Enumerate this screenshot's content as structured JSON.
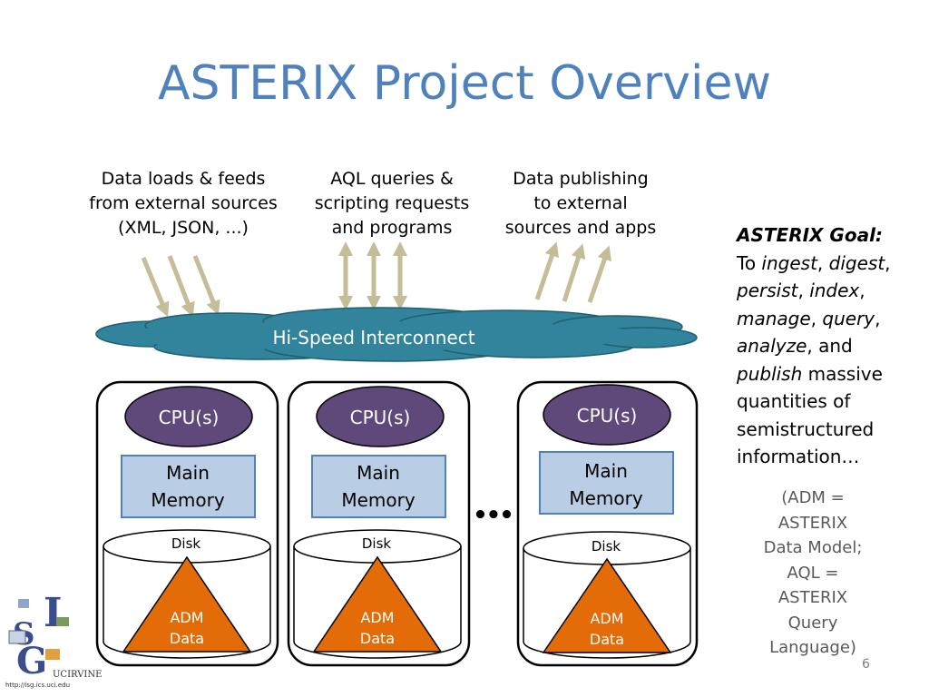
{
  "slide": {
    "title": "ASTERIX Project Overview",
    "page_number": "6"
  },
  "inputs": [
    {
      "lines": [
        "Data loads & feeds",
        "from external sources",
        "(XML, JSON, ...)"
      ]
    },
    {
      "lines": [
        "AQL queries &",
        "scripting requests",
        "and programs"
      ]
    },
    {
      "lines": [
        "Data publishing",
        "to external",
        "sources and apps"
      ]
    }
  ],
  "interconnect": {
    "label": "Hi-Speed Interconnect"
  },
  "nodes": [
    {
      "cpu": "CPU(s)",
      "memory": [
        "Main",
        "Memory"
      ],
      "disk": "Disk",
      "data": [
        "ADM",
        "Data"
      ]
    },
    {
      "cpu": "CPU(s)",
      "memory": [
        "Main",
        "Memory"
      ],
      "disk": "Disk",
      "data": [
        "ADM",
        "Data"
      ]
    },
    {
      "cpu": "CPU(s)",
      "memory": [
        "Main",
        "Memory"
      ],
      "disk": "Disk",
      "data": [
        "ADM",
        "Data"
      ]
    }
  ],
  "ellipsis": "•••",
  "goal": {
    "heading": "ASTERIX Goal:",
    "text_before": "To ",
    "w1": "ingest",
    "s1": ", ",
    "w2": "digest",
    "s2": ", ",
    "w3": "persist",
    "s3": ", ",
    "w4": "index",
    "s4": ", ",
    "w5": "manage",
    "s5": ", ",
    "w6": "query",
    "s6": ", ",
    "w7": "analyze",
    "s7": ", and ",
    "w8": "publish",
    "s8": " massive quantities of semistructured information…"
  },
  "note_lines": [
    "(ADM =",
    "ASTERIX",
    "Data Model;",
    "AQL =",
    "ASTERIX",
    "Query",
    "Language)"
  ],
  "logo": {
    "org": "UCIRVINE",
    "url": "http://isg.ics.uci.edu",
    "letters": "ISG"
  },
  "colors": {
    "title": "#4f81bd",
    "arrow": "#c4bd97",
    "cloud": "#31849b",
    "cpu": "#5f497a",
    "memory": "#b9cde5",
    "memory_border": "#4f81bd",
    "adm": "#e36c09",
    "note": "#595959"
  }
}
